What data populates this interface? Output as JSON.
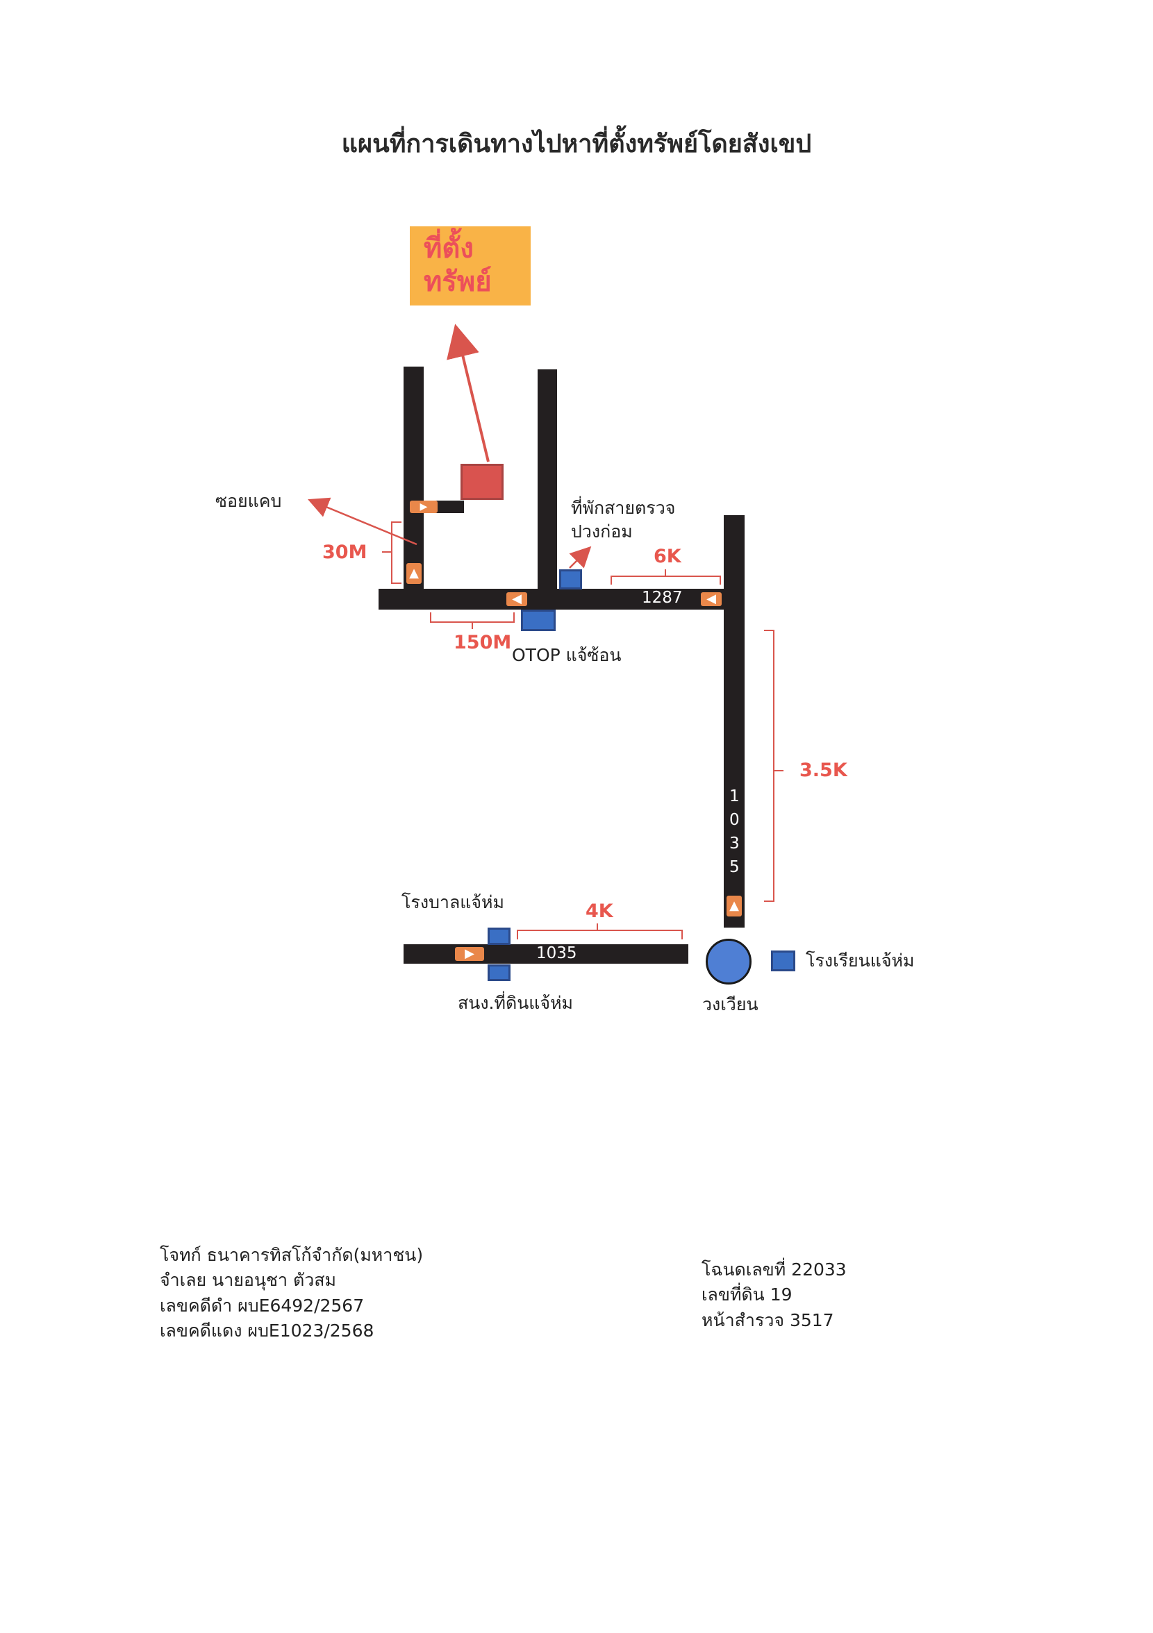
{
  "title": "แผนที่การเดินทางไปหาที่ตั้งทรัพย์โดยสังเขป",
  "destination_line1": "ที่ตั้ง",
  "destination_line2": "ทรัพย์",
  "labels": {
    "soi_khaeb": "ซอยแคบ",
    "police_box_1": "ที่พักสายตรวจ",
    "police_box_2": "ปวงก่อม",
    "otop": "OTOP แจ้ซ้อน",
    "hospital": "โรงบาลแจ้ห่ม",
    "land_office": "สนง.ที่ดินแจ้ห่ม",
    "roundabout": "วงเวียน",
    "school_legend": "โรงเรียนแจ้ห่ม"
  },
  "distances": {
    "d30m": "30M",
    "d150m": "150M",
    "d6k": "6K",
    "d35k": "3.5K",
    "d4k": "4K"
  },
  "road_numbers": {
    "r1287": "1287",
    "r1035_horizontal": "1035",
    "r1035_vertical": [
      "1",
      "0",
      "3",
      "5"
    ]
  },
  "footer_left": [
    "โจทก์ ธนาคารทิสโก้จำกัด(มหาชน)",
    "จำเลย นายอนุชา ตัวสม",
    "เลขคดีดำ ผบE6492/2567",
    "เลขคดีแดง ผบE1023/2568"
  ],
  "footer_right": [
    "โฉนดเลขที่ 22033",
    "เลขที่ดิน 19",
    "หน้าสำรวจ  3517"
  ],
  "colors": {
    "road": "#231f20",
    "distance_text": "#e8574e",
    "bracket": "#d9554d",
    "pin": "#3a6fc4",
    "arrow_marker": "#e9874a",
    "destination_box": "#f9b347",
    "destination_text": "#ec4f5a",
    "property_marker": "#d9534f"
  }
}
